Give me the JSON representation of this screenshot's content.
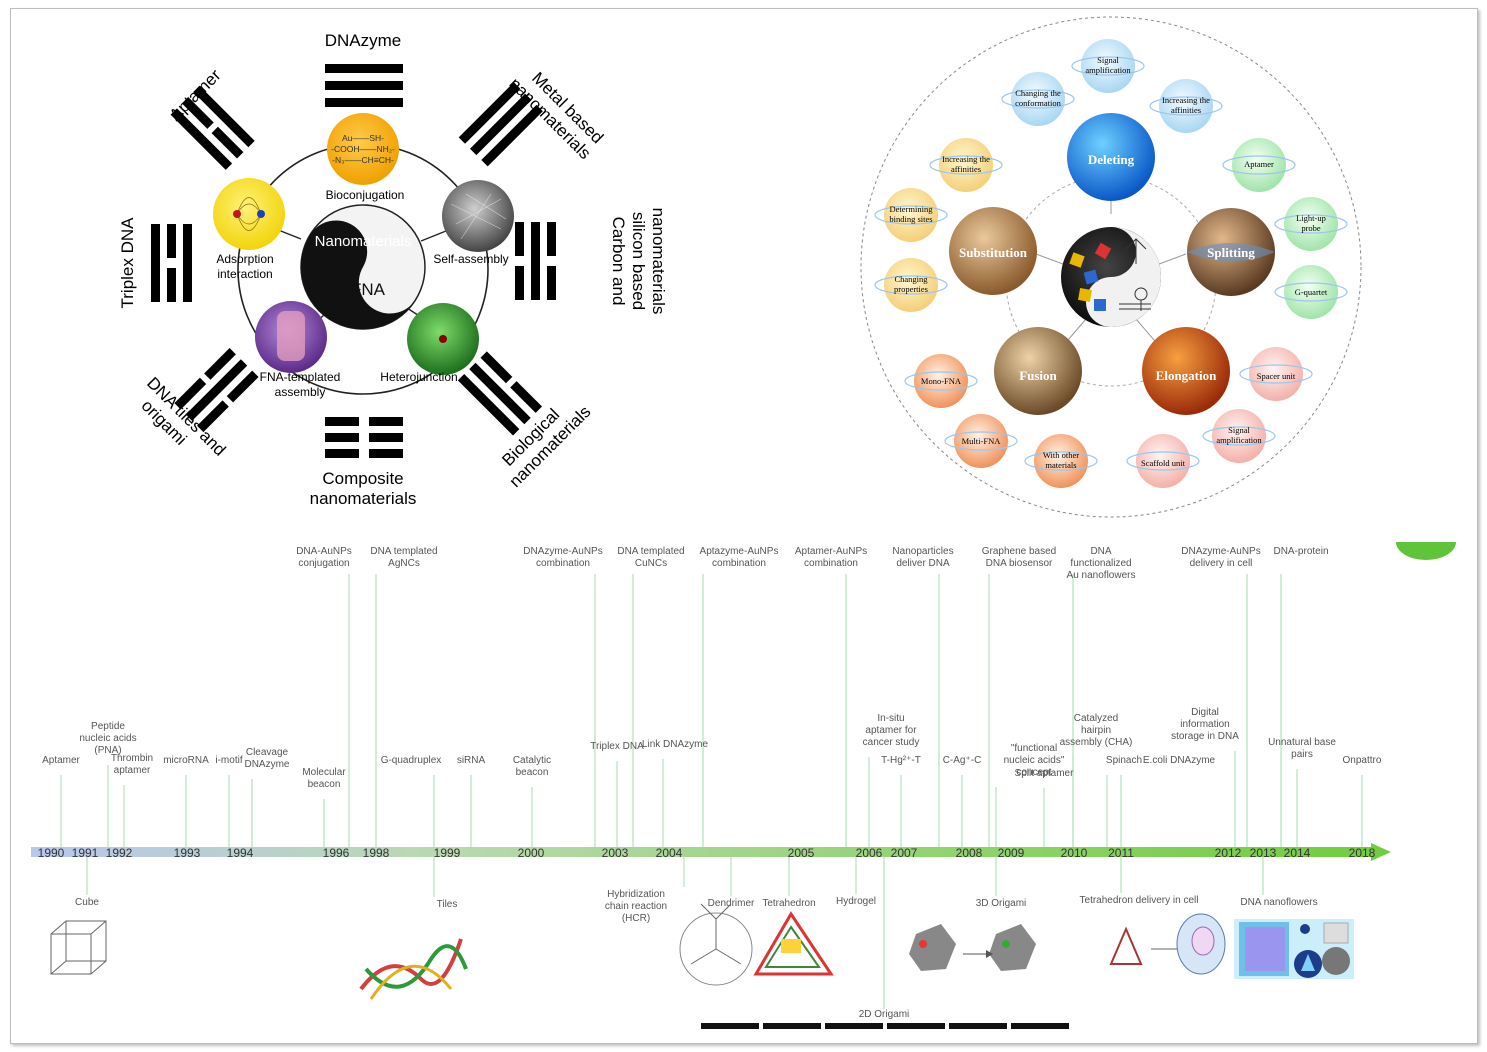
{
  "panel_a": {
    "trigrams": {
      "top": "DNAzyme",
      "top_right": "Metal based nanomaterials",
      "right": "Carbon and silicon based nanomaterials",
      "bottom_right": "Biological nanomaterials",
      "bottom": "Composite nanomaterials",
      "bottom_left": "DNA tiles and origami",
      "left": "Triplex DNA",
      "top_left": "Aptamer"
    },
    "circles": {
      "top": "Bioconjugation",
      "right": "Self-assembly",
      "bottom_right": "Heterojunction",
      "bottom_left": "FNA-templated assembly",
      "left": "Adsorption interaction"
    },
    "yin_yang": {
      "top": "Nanomaterials",
      "bottom": "FNA"
    },
    "chem": [
      "Au——SH-",
      "-COOH——NH₂-",
      "-N₃——CH≡CH-"
    ]
  },
  "panel_b": {
    "planets": {
      "top": "Deleting",
      "left": "Substitution",
      "right": "Splitting",
      "bottom_left": "Fusion",
      "bottom_right": "Elongation"
    },
    "satellites": [
      "Signal amplification",
      "Changing the conformation",
      "Increasing the affinities",
      "Increasing the affinities",
      "Determining binding sites",
      "Changing properties",
      "Aptamer",
      "Light-up probe",
      "G-quartet",
      "Mono-FNA",
      "Multi-FNA",
      "With other materials",
      "Scaffold unit",
      "Signal amplification",
      "Spacer unit"
    ]
  },
  "timeline": {
    "years": [
      "1990",
      "1991",
      "1992",
      "1993",
      "1994",
      "1996",
      "1998",
      "1999",
      "2000",
      "2003",
      "2004",
      "2005",
      "2006",
      "2007",
      "2008",
      "2009",
      "2010",
      "2011",
      "2012",
      "2013",
      "2014",
      "2018"
    ],
    "top_upper": [
      "DNA-AuNPs conjugation",
      "DNA templated AgNCs",
      "DNAzyme-AuNPs combination",
      "DNA templated CuNCs",
      "Aptazyme-AuNPs combination",
      "Aptamer-AuNPs combination",
      "Nanoparticles deliver DNA",
      "Graphene based DNA biosensor",
      "DNA functionalized Au nanoflowers",
      "DNAzyme-AuNPs delivery in cell",
      "DNA-protein"
    ],
    "top_lower": [
      "Aptamer",
      "Peptide nucleic acids (PNA)",
      "Thrombin aptamer",
      "microRNA",
      "i-motif",
      "Cleavage DNAzyme",
      "Molecular beacon",
      "G-quadruplex",
      "siRNA",
      "Catalytic beacon",
      "Triplex DNA",
      "Link DNAzyme",
      "In-situ aptamer for cancer study",
      "T-Hg²⁺-T",
      "C-Ag⁺-C",
      "\"functional nucleic acids\" concept",
      "Split aptamer",
      "Catalyzed hairpin assembly (CHA)",
      "Spinach",
      "E.coli DNAzyme",
      "Digital information storage in DNA",
      "Unnatural base pairs",
      "Onpattro"
    ],
    "bottom": [
      "Cube",
      "Tiles",
      "Hybridization chain reaction (HCR)",
      "Dendrimer",
      "Tetrahedron",
      "Hydrogel",
      "2D Origami",
      "3D Origami",
      "Tetrahedron delivery in cell",
      "DNA nanoflowers"
    ]
  }
}
